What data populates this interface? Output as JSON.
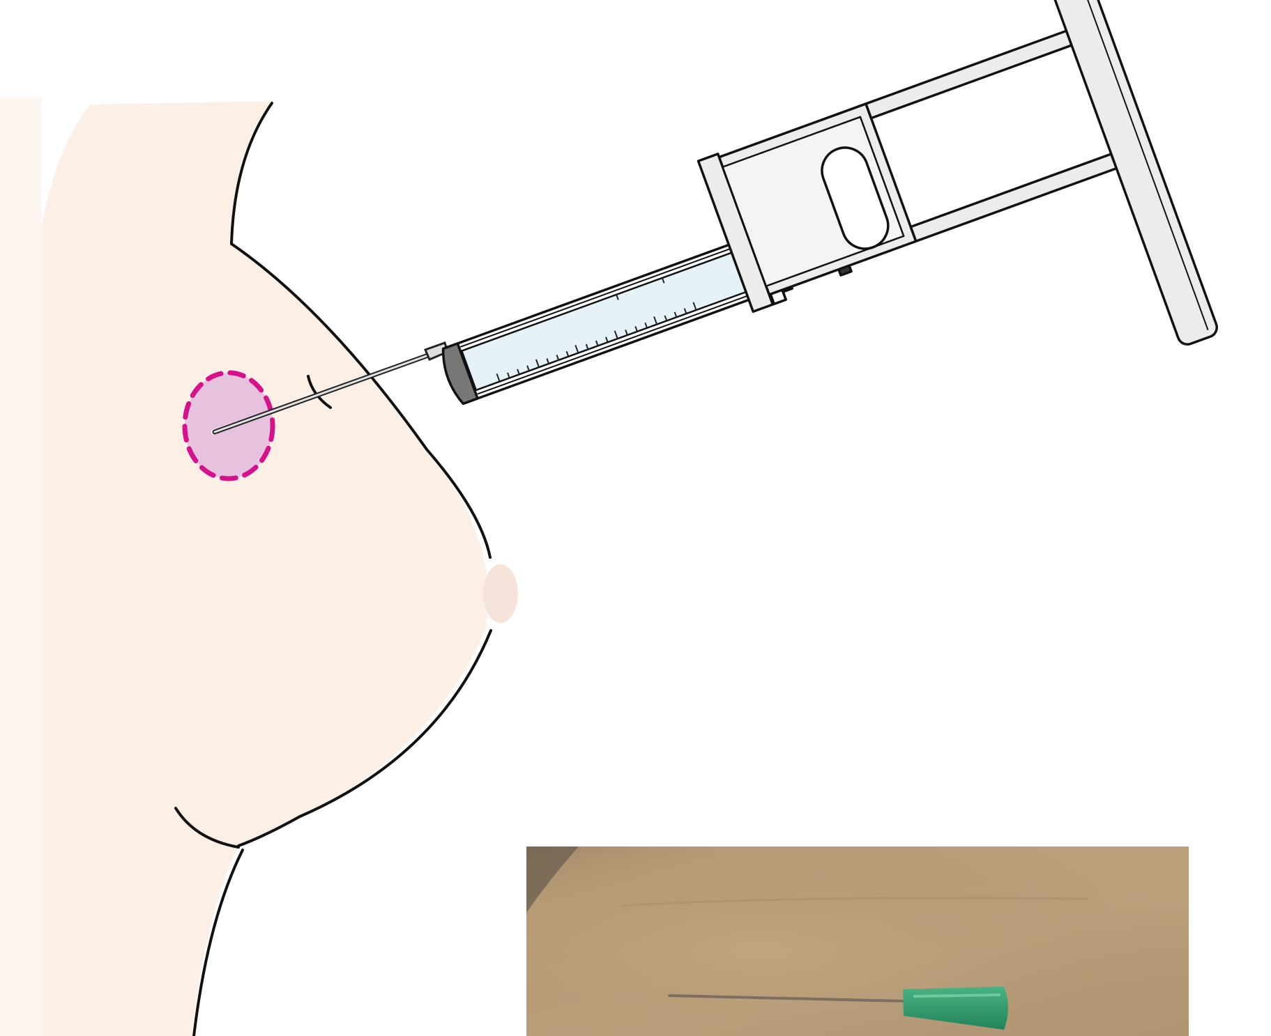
{
  "colors": {
    "background": "#ffffff",
    "skin": "#fbefe6",
    "nipple": "#f6e3da",
    "outline": "#111111",
    "lesion_fill": "#e7c2df",
    "lesion_outline": "#d6118b",
    "syringe_fill": "#e6f1f8",
    "syringe_metal": "#ececec",
    "syringe_tip": "#777777",
    "photo_background": "#b99d78",
    "needle_hub": "#2f9a68"
  },
  "illustration": {
    "subject": "breast-profile",
    "instrument": "syringe-with-pistol-grip-holder",
    "target": "dashed-lesion-outline",
    "inset": "photo-of-needle-on-skin"
  }
}
